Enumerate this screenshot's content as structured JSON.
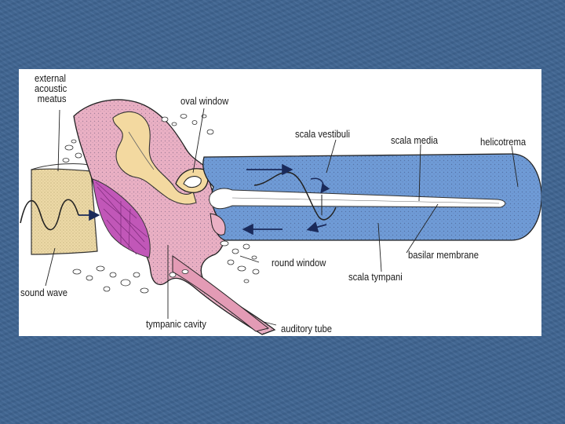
{
  "slide": {
    "background_color": "#3f6592",
    "panel_color": "#ffffff"
  },
  "diagram": {
    "labels": {
      "external_acoustic_meatus": [
        "external",
        "acoustic",
        "meatus"
      ],
      "oval_window": "oval window",
      "scala_vestibuli": "scala vestibuli",
      "scala_media": "scala media",
      "helicotrema": "helicotrema",
      "round_window": "round window",
      "basilar_membrane": "basilar membrane",
      "scala_tympani": "scala tympani",
      "sound_wave": "sound wave",
      "tympanic_cavity": "tympanic cavity",
      "auditory_tube": "auditory tube"
    },
    "colors": {
      "cochlea_blue": "#6f9bd6",
      "bone_pink": "#eab0c4",
      "ossicle_cream": "#f3d9a0",
      "meatus_tan": "#ecd9a6",
      "eardrum_magenta": "#c157b8",
      "membrane_white": "#ffffff"
    }
  }
}
